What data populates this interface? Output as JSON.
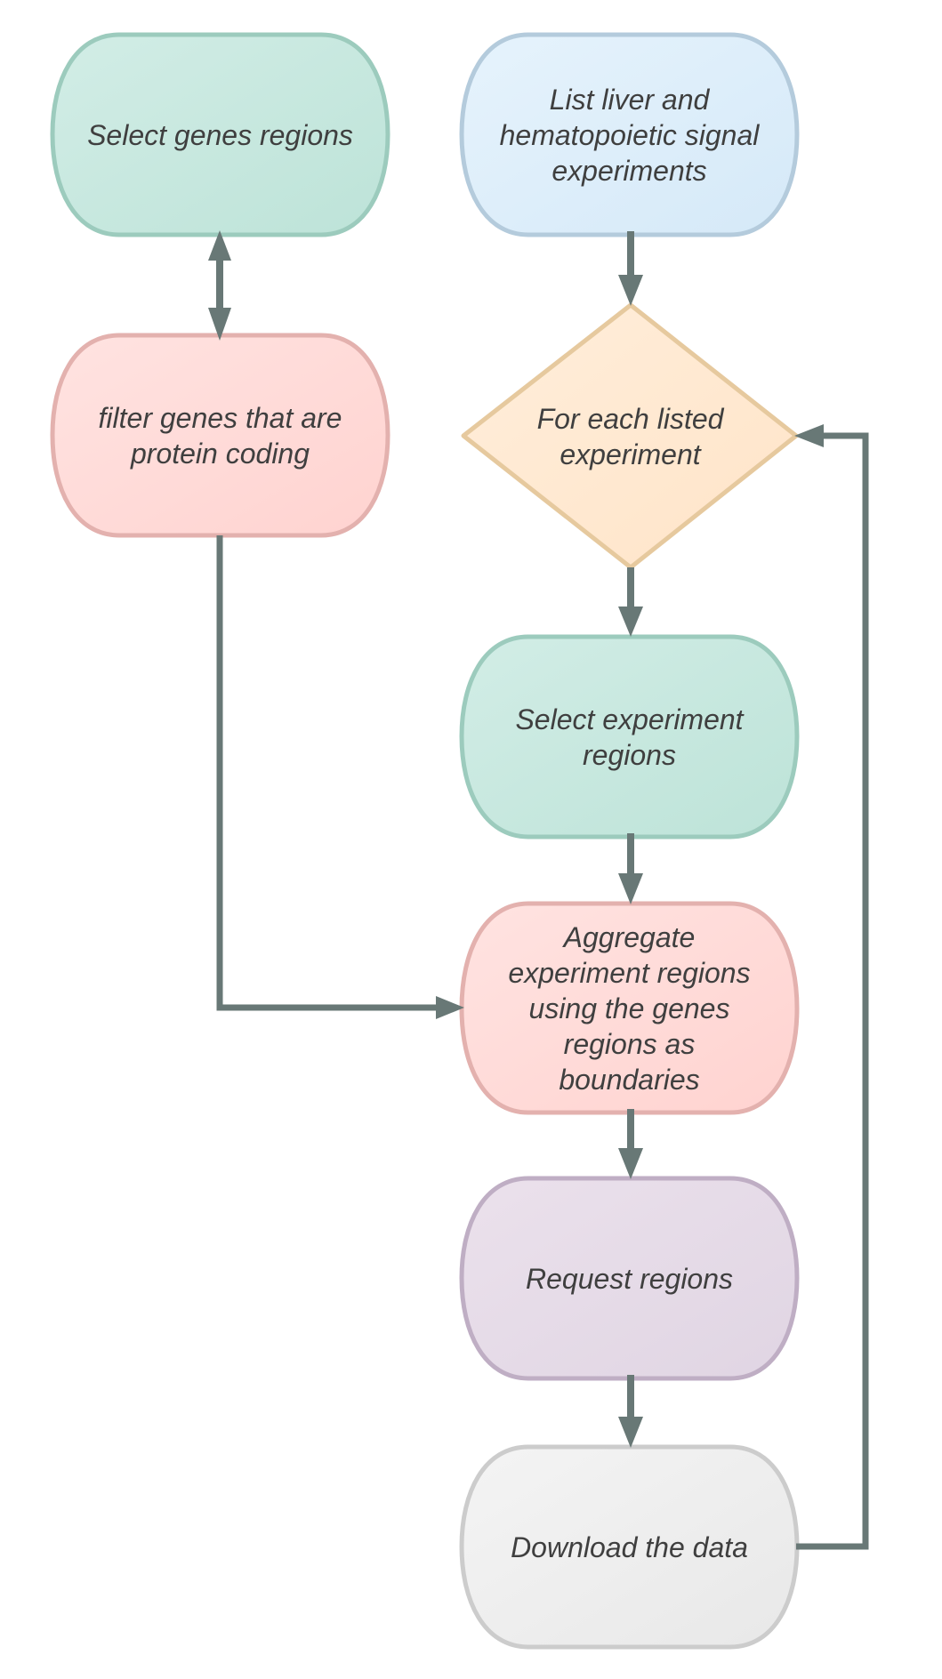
{
  "nodes": {
    "select_genes": {
      "label": "Select genes regions",
      "fill": "#c8e8df",
      "stroke": "#9ccbbd"
    },
    "list_experiments": {
      "label": "List liver and\nhematopoietic signal\nexperiments",
      "fill": "#ddeefa",
      "stroke": "#b4cbdc"
    },
    "filter_genes": {
      "label": "filter genes that are\nprotein coding",
      "fill": "#ffdad8",
      "stroke": "#e3b1ae"
    },
    "for_each": {
      "label": "For each listed\nexperiment",
      "fill": "#ffe9d1",
      "stroke": "#e6c99e"
    },
    "select_experiment": {
      "label": "Select  experiment\nregions",
      "fill": "#c8e8df",
      "stroke": "#9ccbbd"
    },
    "aggregate": {
      "label": "Aggregate\nexperiment regions\nusing the genes\nregions as\nboundaries",
      "fill": "#ffdad8",
      "stroke": "#e3b1ae"
    },
    "request": {
      "label": "Request regions",
      "fill": "#e6dbe8",
      "stroke": "#bfaec4"
    },
    "download": {
      "label": "Download the data",
      "fill": "#eeeeee",
      "stroke": "#cccccc"
    }
  },
  "edge_color": "#687876"
}
